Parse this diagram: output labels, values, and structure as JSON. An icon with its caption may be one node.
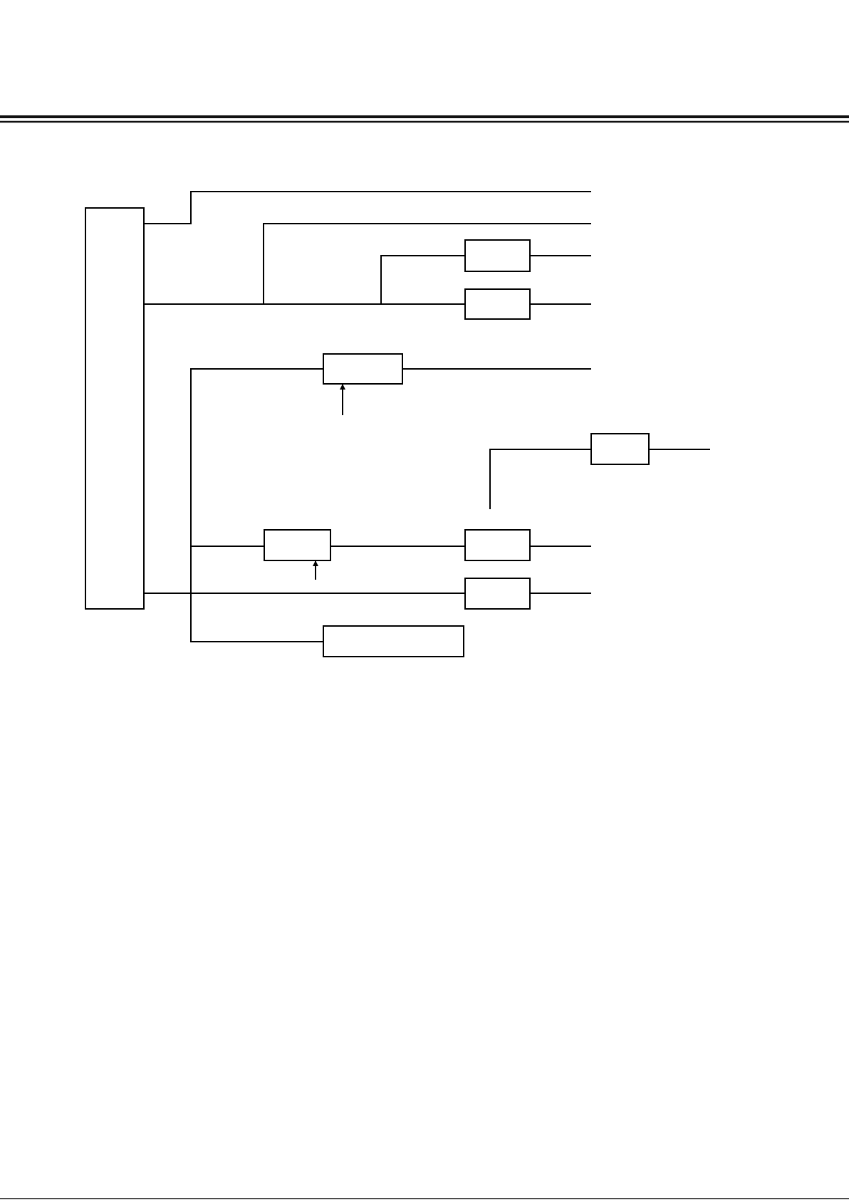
{
  "diagram": {
    "nodes": [
      {
        "text": [],
        "shape": "box"
      },
      {
        "text": [],
        "shape": "box"
      },
      {
        "text": [],
        "shape": "box"
      },
      {
        "text": [],
        "shape": "box"
      },
      {
        "text": [],
        "shape": "box"
      },
      {
        "text": [],
        "shape": "box"
      },
      {
        "text": [],
        "shape": "box"
      },
      {
        "text": [],
        "shape": "box"
      },
      {
        "text": [],
        "shape": "box"
      }
    ],
    "edges": [
      {
        "from": 0,
        "to": null,
        "arrow": "none"
      },
      {
        "from": 0,
        "to": null,
        "arrow": "none"
      },
      {
        "from": 0,
        "to": 1,
        "arrow": "none"
      },
      {
        "from": 0,
        "to": 2,
        "arrow": "none"
      },
      {
        "from": 1,
        "to": null,
        "arrow": "none"
      },
      {
        "from": 2,
        "to": null,
        "arrow": "none"
      },
      {
        "from": 0,
        "to": 3,
        "arrow": "none"
      },
      {
        "from": 3,
        "to": null,
        "arrow": "none"
      },
      {
        "from": null,
        "to": 3,
        "arrow": "to"
      },
      {
        "from": null,
        "to": 4,
        "arrow": "none"
      },
      {
        "from": 4,
        "to": null,
        "arrow": "none"
      },
      {
        "from": 0,
        "to": 5,
        "arrow": "none"
      },
      {
        "from": null,
        "to": 5,
        "arrow": "to"
      },
      {
        "from": 5,
        "to": 6,
        "arrow": "none"
      },
      {
        "from": 6,
        "to": null,
        "arrow": "none"
      },
      {
        "from": 0,
        "to": 7,
        "arrow": "none"
      },
      {
        "from": 7,
        "to": null,
        "arrow": "none"
      },
      {
        "from": 0,
        "to": 8,
        "arrow": "none"
      }
    ]
  }
}
